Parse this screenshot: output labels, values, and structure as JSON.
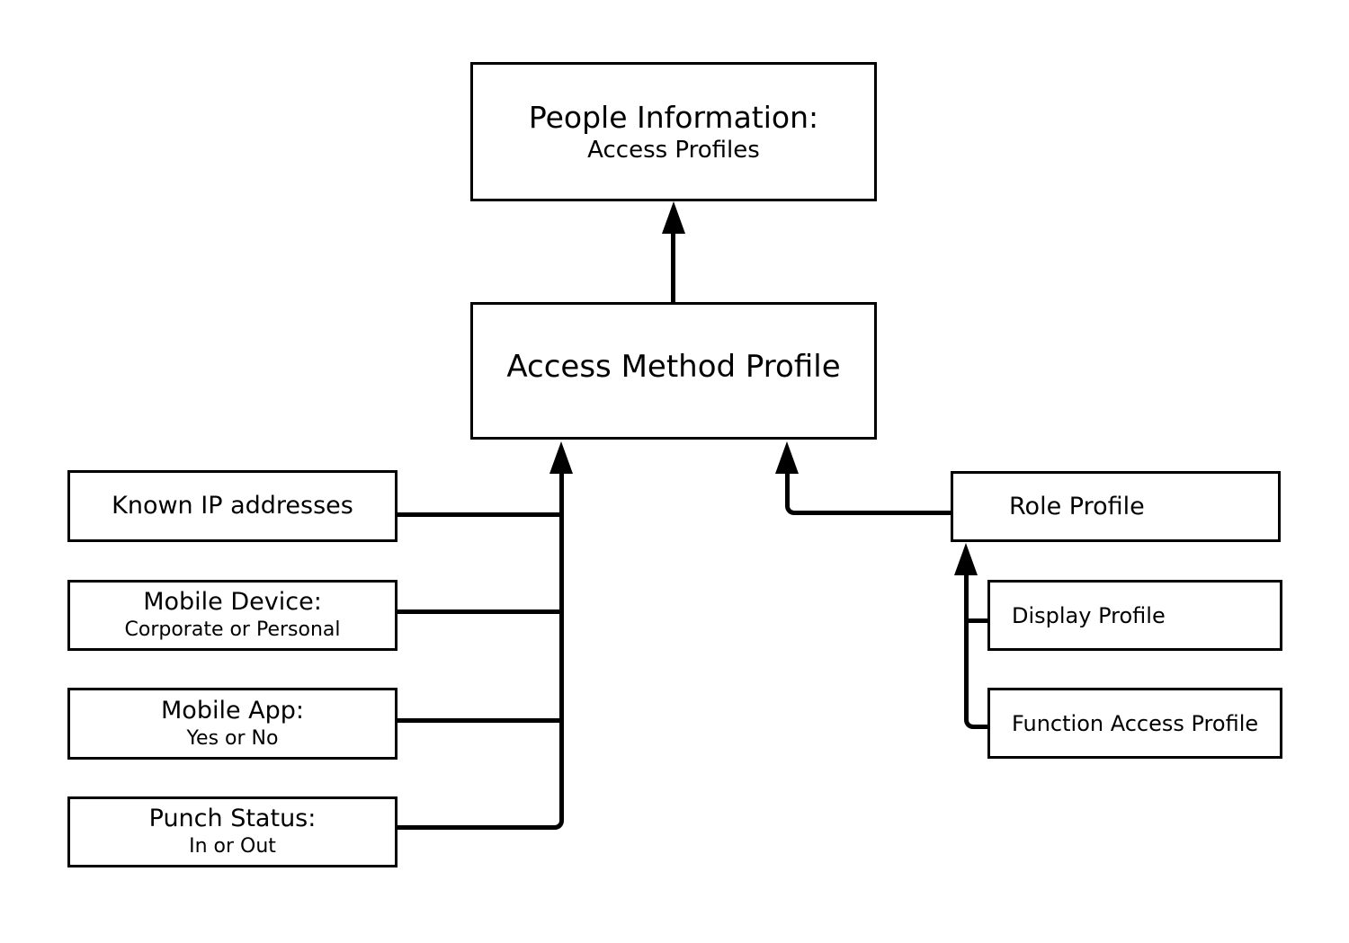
{
  "colors": {
    "background": "#ffffff",
    "node_fill": "#ffffff",
    "border": "#000000",
    "line": "#000000",
    "text": "#000000"
  },
  "nodes": {
    "people_information": {
      "title": "People Information:",
      "subtitle": "Access Profiles"
    },
    "access_method_profile": {
      "title": "Access Method Profile"
    },
    "known_ip_addresses": {
      "title": "Known IP addresses"
    },
    "mobile_device": {
      "title": "Mobile Device:",
      "subtitle": "Corporate or Personal"
    },
    "mobile_app": {
      "title": "Mobile App:",
      "subtitle": "Yes or No"
    },
    "punch_status": {
      "title": "Punch Status:",
      "subtitle": "In or Out"
    },
    "role_profile": {
      "title": "Role Profile"
    },
    "display_profile": {
      "title": "Display Profile"
    },
    "function_access_profile": {
      "title": "Function Access Profile"
    }
  },
  "edges": [
    {
      "from": "access_method_profile",
      "to": "people_information",
      "arrow": "up"
    },
    {
      "from": "known_ip_addresses",
      "to": "access_method_profile",
      "arrow": "up"
    },
    {
      "from": "mobile_device",
      "to": "access_method_profile",
      "arrow": "up"
    },
    {
      "from": "mobile_app",
      "to": "access_method_profile",
      "arrow": "up"
    },
    {
      "from": "punch_status",
      "to": "access_method_profile",
      "arrow": "up"
    },
    {
      "from": "role_profile",
      "to": "access_method_profile",
      "arrow": "up"
    },
    {
      "from": "display_profile",
      "to": "role_profile",
      "arrow": "up"
    },
    {
      "from": "function_access_profile",
      "to": "role_profile",
      "arrow": "up"
    }
  ]
}
